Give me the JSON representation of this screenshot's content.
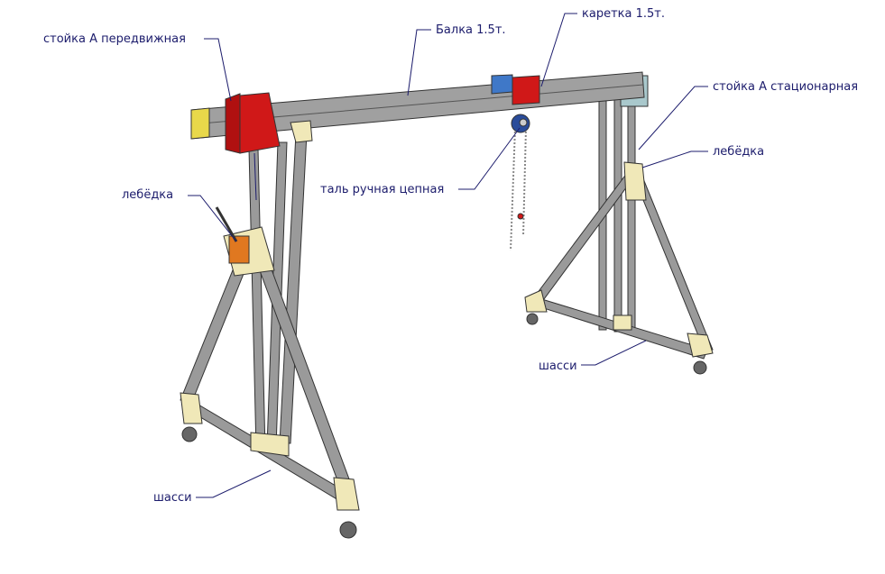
{
  "labels": {
    "stand_mobile": "стойка А передвижная",
    "beam": "Балка 1.5т.",
    "carriage": "каретка 1.5т.",
    "stand_stationary": "стойка А стационарная",
    "winch_right": "лебёдка",
    "winch_left": "лебёдка",
    "hoist": "таль ручная цепная",
    "chassis_right": "шасси",
    "chassis_left": "шасси"
  },
  "colors": {
    "label": "#1c1c6c",
    "steel": "#9a9a9a",
    "plate_red": "#d01818",
    "gusset": "#f0e8b8",
    "bracket_blue": "#a9c8cc"
  }
}
